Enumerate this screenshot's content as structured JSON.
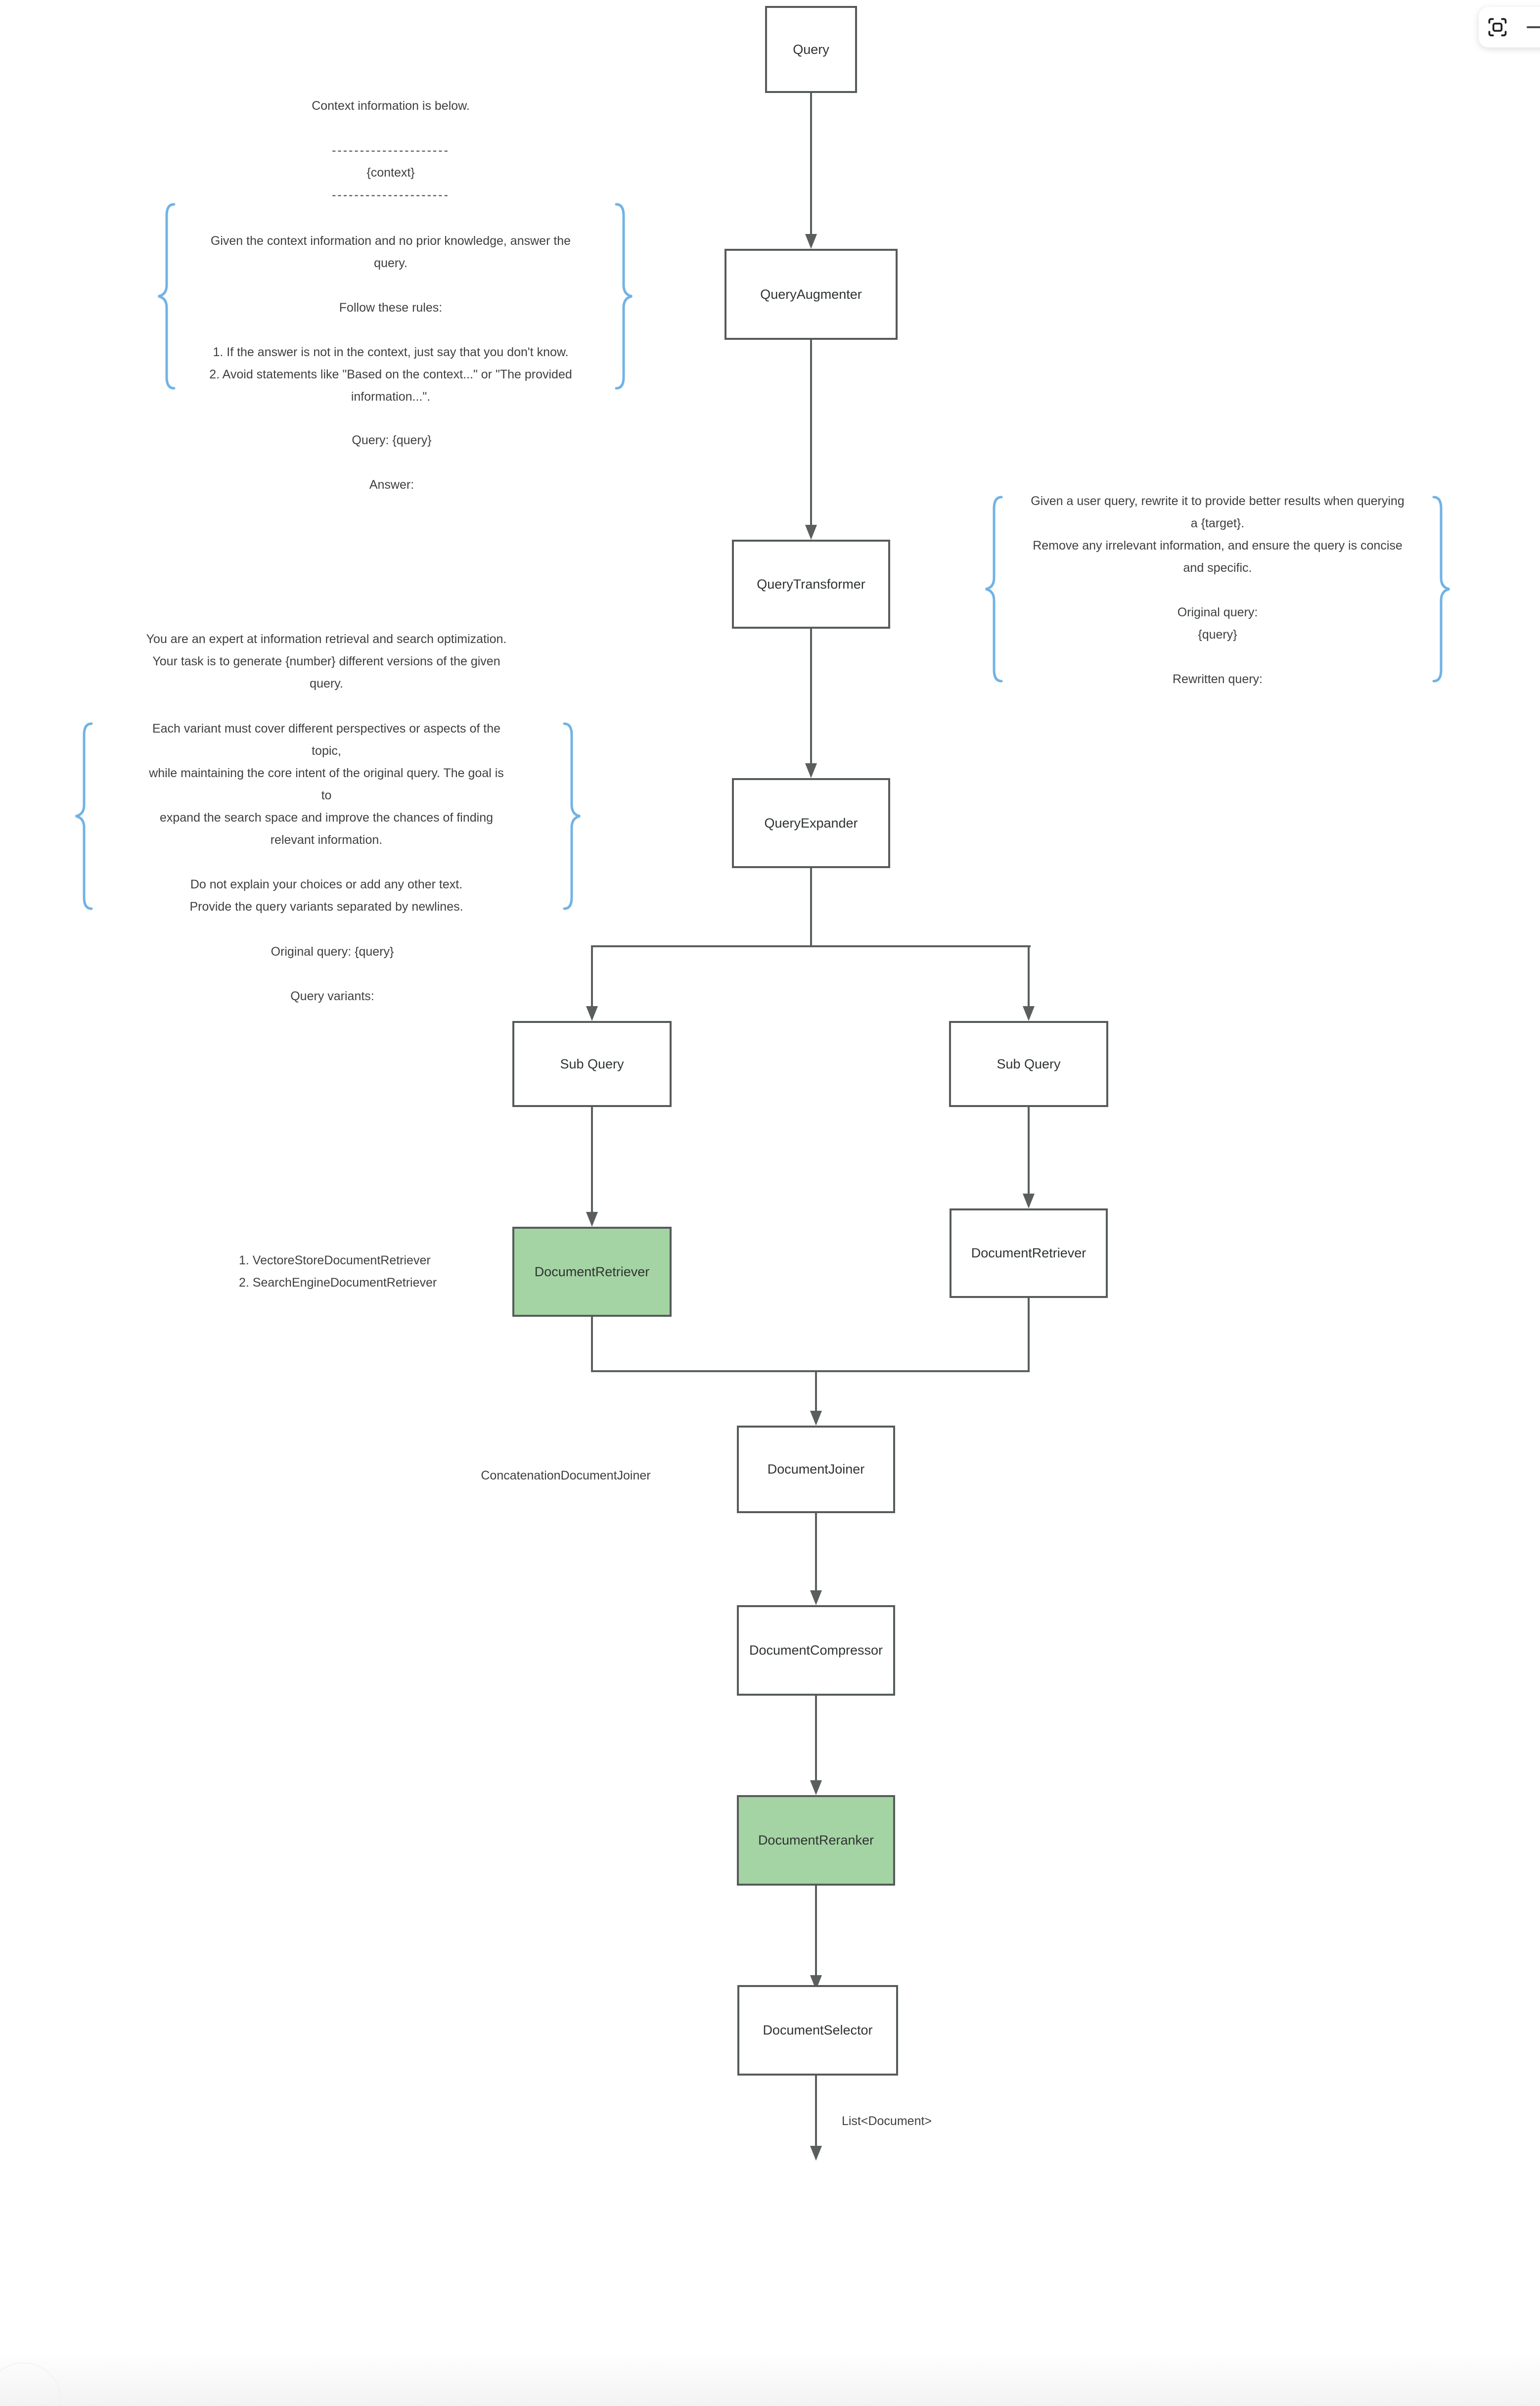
{
  "nodes": {
    "query": {
      "label": "Query"
    },
    "query_augmenter": {
      "label": "QueryAugmenter"
    },
    "query_transformer": {
      "label": "QueryTransformer"
    },
    "query_expander": {
      "label": "QueryExpander"
    },
    "sub_query_left": {
      "label": "Sub Query"
    },
    "sub_query_right": {
      "label": "Sub Query"
    },
    "document_retriever_left": {
      "label": "DocumentRetriever"
    },
    "document_retriever_right": {
      "label": "DocumentRetriever"
    },
    "document_joiner": {
      "label": "DocumentJoiner"
    },
    "document_compressor": {
      "label": "DocumentCompressor"
    },
    "document_reranker": {
      "label": "DocumentReranker"
    },
    "document_selector": {
      "label": "DocumentSelector"
    }
  },
  "annotations": {
    "augmenter_prompt": {
      "intro_lines": [
        "Context information is below.",
        "",
        "---------------------",
        "{context}",
        "---------------------"
      ],
      "braced_lines": [
        "Given the context information and no prior knowledge, answer the",
        "query.",
        "",
        "Follow these rules:",
        "",
        "1. If the answer is not in the context, just say that you don't know.",
        "2. Avoid statements like \"Based on the context...\" or \"The provided",
        "information...\"."
      ],
      "footer_lines": [
        "Query: {query}",
        "",
        "Answer:"
      ]
    },
    "transformer_prompt": {
      "braced_lines": [
        "Given a user query, rewrite it to provide better results when querying",
        "a {target}.",
        "Remove any irrelevant information, and ensure the query is concise",
        "and specific.",
        "",
        "Original query:",
        "{query}",
        "",
        "Rewritten query:"
      ]
    },
    "expander_prompt": {
      "intro_lines": [
        "You are an expert at information retrieval and search optimization.",
        "Your task is to generate {number} different versions of the given",
        "query."
      ],
      "braced_lines": [
        "Each variant must cover different perspectives or aspects of the",
        "topic,",
        "while maintaining the core intent of the original query. The goal is",
        "to",
        "expand the search space and improve the chances of finding",
        "relevant information.",
        "",
        "Do not explain your choices or add any other text.",
        "Provide the query variants separated by newlines."
      ],
      "footer_lines": [
        "Original query: {query}",
        "",
        "Query variants:"
      ]
    },
    "retriever_options": {
      "lines": [
        "1. VectoreStoreDocumentRetriever",
        "2. SearchEngineDocumentRetriever"
      ]
    },
    "joiner_note": {
      "label": "ConcatenationDocumentJoiner"
    },
    "output_type": {
      "label": "List<Document>"
    }
  },
  "controls": {
    "fit_view_icon": "scan-icon",
    "collapse_icon": "minus-icon"
  },
  "colors": {
    "node_border": "#565b5a",
    "edge": "#5a5f5e",
    "node_green_fill": "#a4d4a3",
    "brace_blue": "#71b3e6",
    "annotation_text": "#3d403f"
  }
}
